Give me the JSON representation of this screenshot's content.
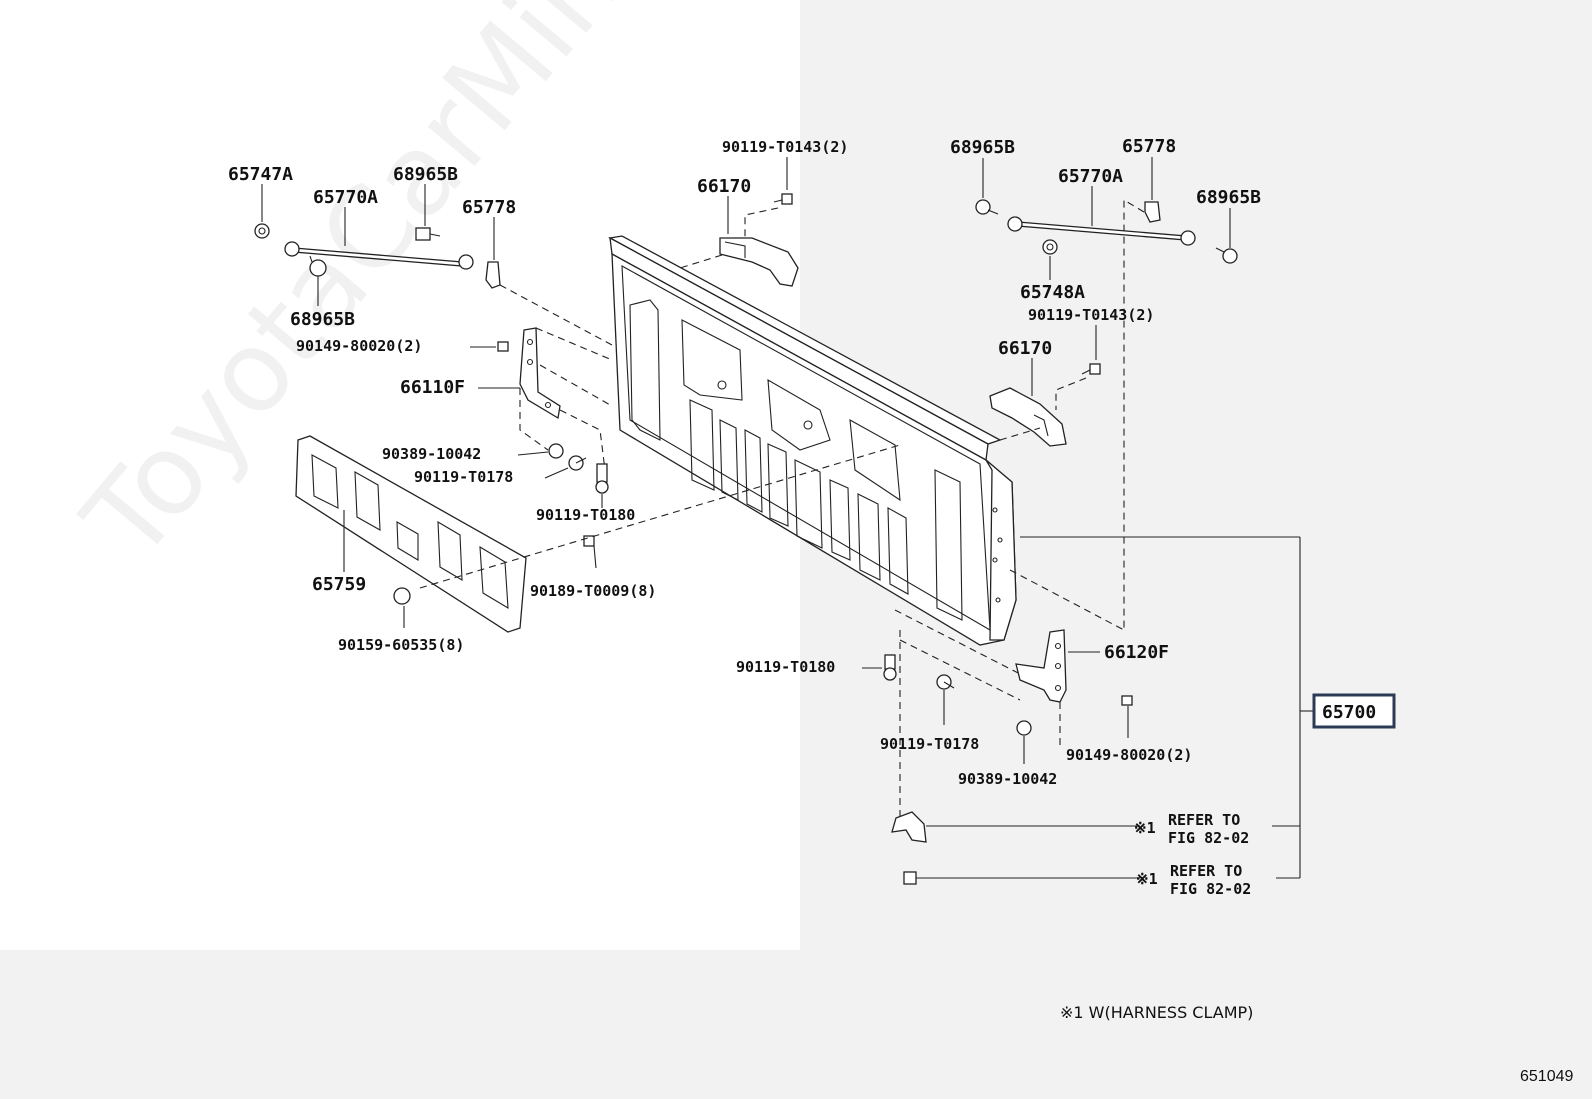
{
  "watermark": "ToyotaCarMine.ru",
  "footnote": "※1 W(HARNESS CLAMP)",
  "figure_number": "651049",
  "labels": {
    "p65747a": "65747A",
    "p65770a_l": "65770A",
    "p68965b_l1": "68965B",
    "p65778_l": "65778",
    "p68965b_l2": "68965B",
    "p90149_l": "90149-80020(2)",
    "p66110f": "66110F",
    "p90389_l": "90389-10042",
    "p90119t0178_l": "90119-T0178",
    "p90119t0180_l": "90119-T0180",
    "p65759": "65759",
    "p90189": "90189-T0009(8)",
    "p90159": "90159-60535(8)",
    "p90119t0143_top": "90119-T0143(2)",
    "p66170_top": "66170",
    "p68965b_r1": "68965B",
    "p65778_r": "65778",
    "p65770a_r": "65770A",
    "p68965b_r2": "68965B",
    "p65748a": "65748A",
    "p90119t0143_r": "90119-T0143(2)",
    "p66170_r": "66170",
    "p66120f": "66120F",
    "p90119t0180_r": "90119-T0180",
    "p65700": "65700",
    "p90149_r": "90149-80020(2)",
    "p90119t0178_r": "90119-T0178",
    "p90389_r": "90389-10042",
    "refer1_mark": "※1",
    "refer1_line1": "REFER TO",
    "refer1_line2": "FIG 82-02",
    "refer2_mark": "※1",
    "refer2_line1": "REFER TO",
    "refer2_line2": "FIG 82-02"
  }
}
